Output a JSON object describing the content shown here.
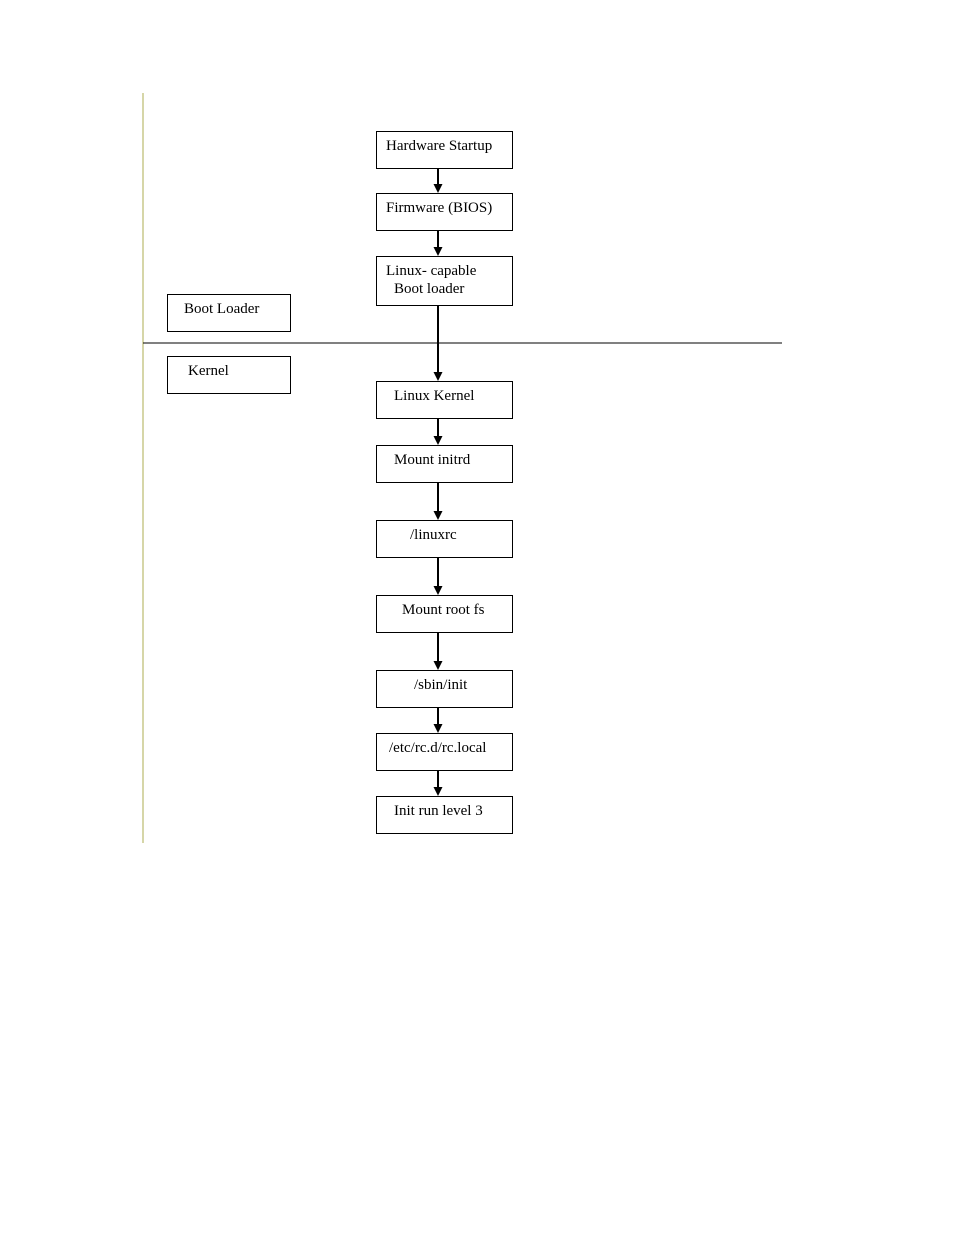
{
  "diagram": {
    "colors": {
      "left_rule": "#c8c88c",
      "divider": "#000000",
      "box_border": "#000000",
      "text": "#000000"
    },
    "sections": [
      {
        "id": "boot_loader",
        "label": "Boot Loader"
      },
      {
        "id": "kernel",
        "label": "Kernel"
      }
    ],
    "steps": [
      {
        "id": "hardware_startup",
        "lines": [
          "Hardware Startup"
        ]
      },
      {
        "id": "firmware_bios",
        "lines": [
          "Firmware (BIOS)"
        ]
      },
      {
        "id": "linux_capable_boot_loader",
        "lines": [
          "Linux- capable",
          "Boot loader"
        ]
      },
      {
        "id": "linux_kernel",
        "lines": [
          "Linux Kernel"
        ]
      },
      {
        "id": "mount_initrd",
        "lines": [
          "Mount initrd"
        ]
      },
      {
        "id": "linuxrc",
        "lines": [
          "/linuxrc"
        ]
      },
      {
        "id": "mount_root_fs",
        "lines": [
          "Mount root fs"
        ]
      },
      {
        "id": "sbin_init",
        "lines": [
          "/sbin/init"
        ]
      },
      {
        "id": "etc_rc_local",
        "lines": [
          "/etc/rc.d/rc.local"
        ]
      },
      {
        "id": "init_run_level_3",
        "lines": [
          "Init run level 3"
        ]
      }
    ],
    "edges": [
      {
        "from": "hardware_startup",
        "to": "firmware_bios"
      },
      {
        "from": "firmware_bios",
        "to": "linux_capable_boot_loader"
      },
      {
        "from": "linux_capable_boot_loader",
        "to": "linux_kernel"
      },
      {
        "from": "linux_kernel",
        "to": "mount_initrd"
      },
      {
        "from": "mount_initrd",
        "to": "linuxrc"
      },
      {
        "from": "linuxrc",
        "to": "mount_root_fs"
      },
      {
        "from": "mount_root_fs",
        "to": "sbin_init"
      },
      {
        "from": "sbin_init",
        "to": "etc_rc_local"
      },
      {
        "from": "etc_rc_local",
        "to": "init_run_level_3"
      }
    ]
  }
}
